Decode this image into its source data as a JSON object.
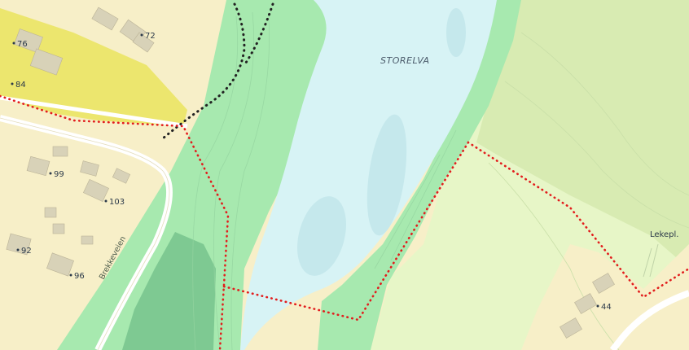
{
  "map": {
    "river_name": "STORELVA",
    "road_name": "Brekkeveien",
    "poi_label": "Lekepl.",
    "address_labels": [
      "72",
      "76",
      "84",
      "99",
      "103",
      "92",
      "96",
      "44"
    ]
  },
  "colors": {
    "residential": "#f7efc8",
    "highlight_zone": "#ece66e",
    "forest": "#a7e9af",
    "dense_forest": "#7ec992",
    "water": "#d7f3f5",
    "meadow": "#e7f6c7",
    "field": "#d8ebb2",
    "building": "#d8d2b8",
    "red_boundary": "#e21d1d",
    "trail": "#222222"
  }
}
